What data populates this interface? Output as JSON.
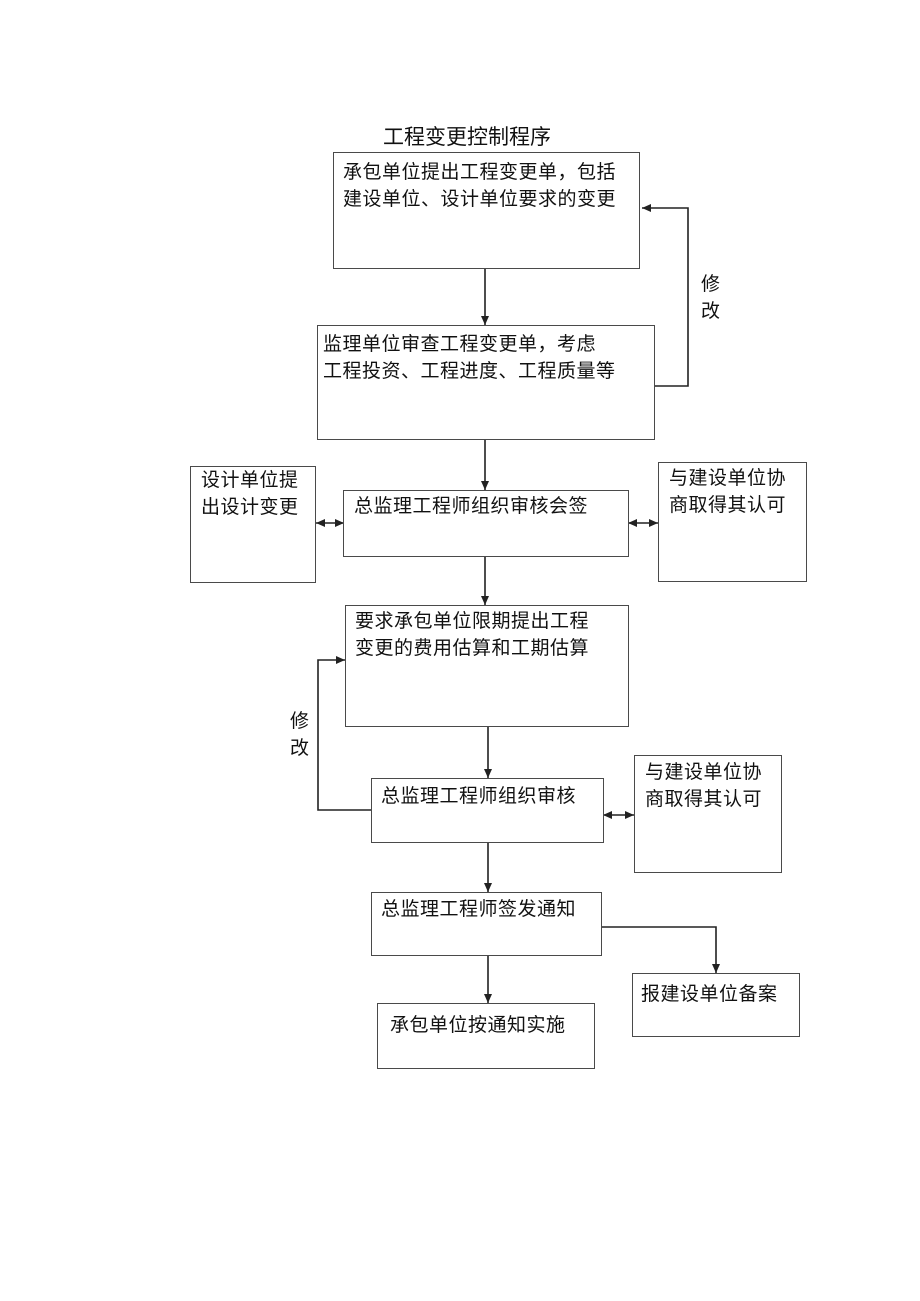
{
  "title": "工程变更控制程序",
  "nodes": {
    "n1": "承包单位提出工程变更单，包括\n建设单位、设计单位要求的变更",
    "n2": "监理单位审查工程变更单，考虑\n工程投资、工程进度、工程质量等",
    "n3": "总监理工程师组织审核会签",
    "n3_left": "设计单位提\n出设计变更",
    "n3_right": "与建设单位协\n商取得其认可",
    "n4": "要求承包单位限期提出工程\n变更的费用估算和工期估算",
    "n5": "总监理工程师组织审核",
    "n5_right": "与建设单位协\n商取得其认可",
    "n6": "总监理工程师签发通知",
    "n7": "承包单位按通知实施",
    "n8": "报建设单位备案"
  },
  "loop_labels": {
    "upper": "修\n改",
    "lower": "修\n改"
  }
}
